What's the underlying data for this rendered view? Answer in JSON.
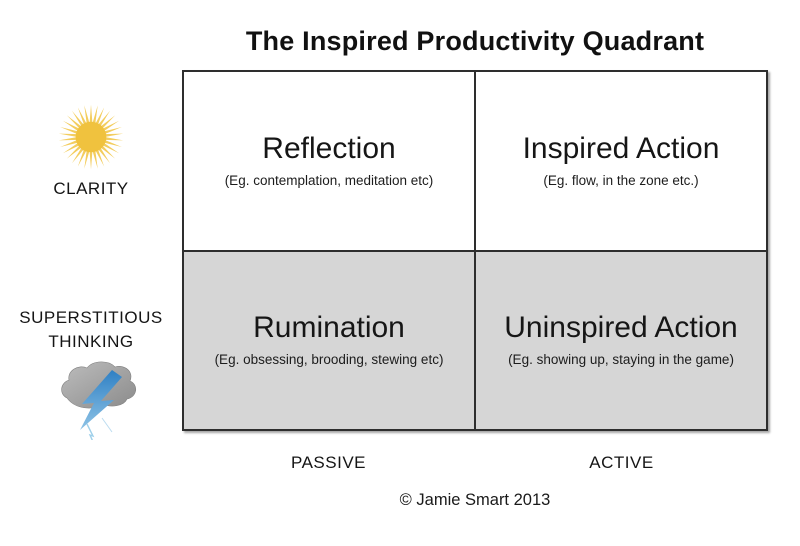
{
  "title": "The Inspired Productivity Quadrant",
  "axes": {
    "y_top": {
      "label": "CLARITY",
      "icon": "sun-icon"
    },
    "y_bottom": {
      "line1": "SUPERSTITIOUS",
      "line2": "THINKING",
      "icon": "storm-cloud-icon"
    },
    "x_left": "PASSIVE",
    "x_right": "ACTIVE"
  },
  "quadrants": [
    {
      "position": "top-left",
      "title": "Reflection",
      "subtitle": "(Eg. contemplation, meditation etc)"
    },
    {
      "position": "top-right",
      "title": "Inspired Action",
      "subtitle": "(Eg. flow, in the zone etc.)"
    },
    {
      "position": "bottom-left",
      "title": "Rumination",
      "subtitle": "(Eg. obsessing, brooding, stewing etc)"
    },
    {
      "position": "bottom-right",
      "title": "Uninspired Action",
      "subtitle": "(Eg. showing up, staying in the game)"
    }
  ],
  "footer": "© Jamie Smart 2013",
  "colors": {
    "quadrant_top_bg": "#ffffff",
    "quadrant_bottom_bg": "#d6d6d6",
    "border": "#2e2e2e",
    "sun": "#f0c23e",
    "sun_rays": "#f3cd5e",
    "cloud": "#9a9a9a",
    "lightning": "#3a8fcd"
  }
}
